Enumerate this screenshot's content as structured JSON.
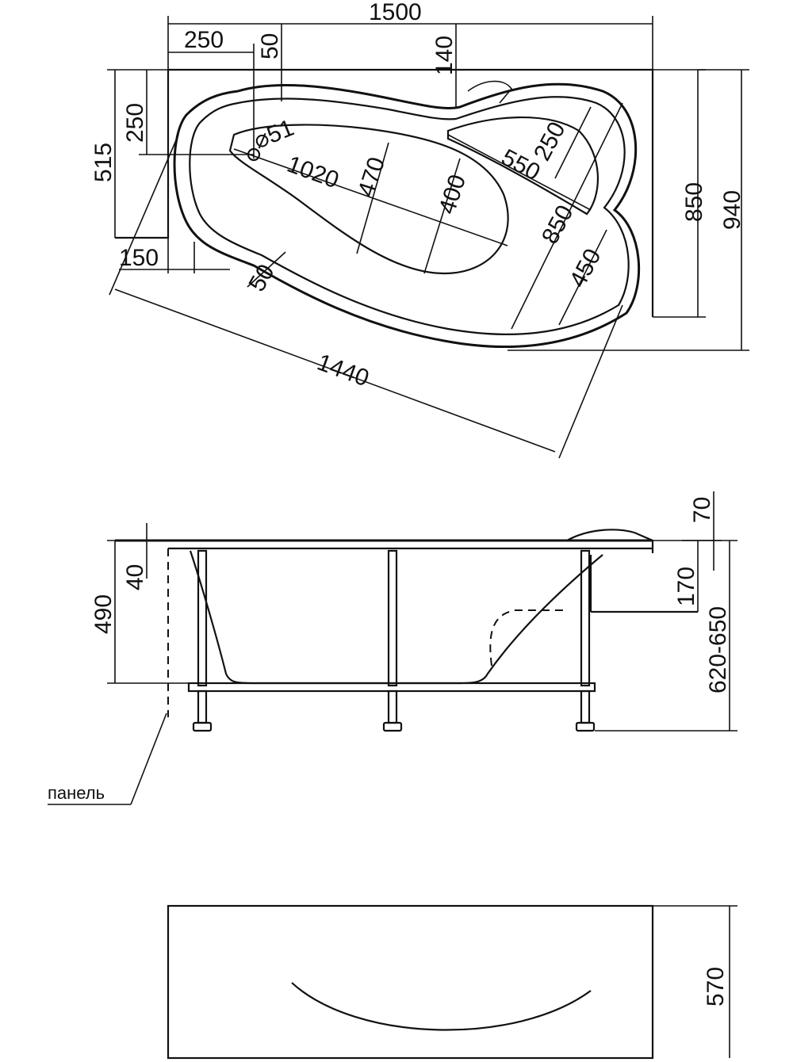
{
  "top_view": {
    "dim_total_width": "1500",
    "dim_250_top": "250",
    "dim_50_top": "50",
    "dim_140": "140",
    "dim_250_left": "250",
    "dim_515": "515",
    "dim_150": "150",
    "dim_50_bottom": "50",
    "dim_diameter": "⌀51",
    "dim_1020": "1020",
    "dim_470": "470",
    "dim_400": "400",
    "dim_550": "550",
    "dim_250_diag": "250",
    "dim_850_diag": "850",
    "dim_450": "450",
    "dim_850_right": "850",
    "dim_940": "940",
    "dim_1440": "1440"
  },
  "side_view": {
    "dim_70": "70",
    "dim_40": "40",
    "dim_490": "490",
    "dim_170": "170",
    "dim_620_650": "620-650",
    "panel_label": "панель"
  },
  "panel_view": {
    "dim_570": "570"
  }
}
